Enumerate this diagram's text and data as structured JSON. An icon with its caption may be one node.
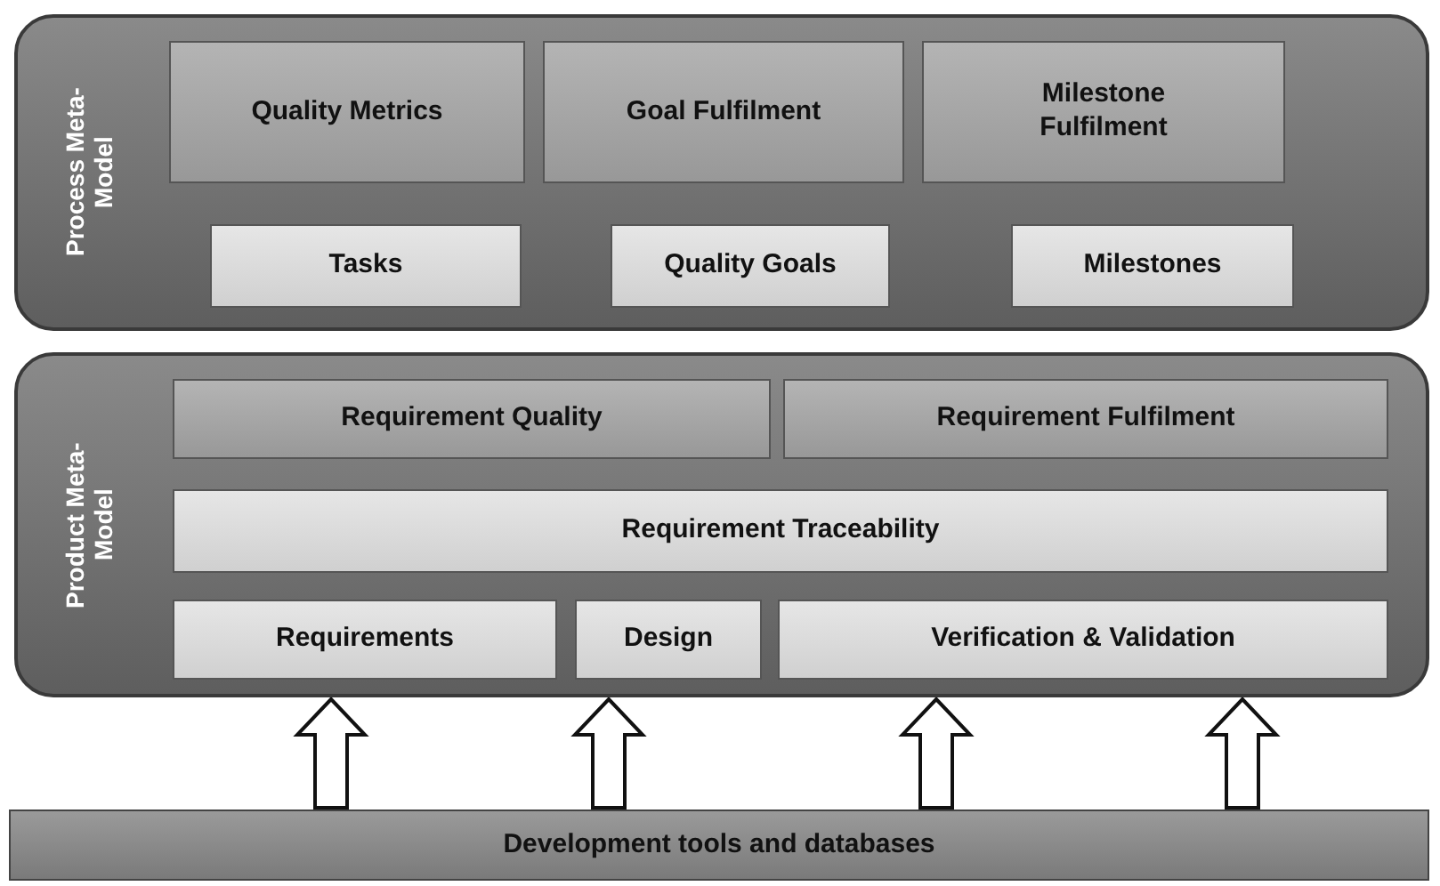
{
  "diagram": {
    "nodes": [
      {
        "text": [
          "Process Meta-Model"
        ]
      },
      {
        "text": [
          "Quality Metrics"
        ],
        "in": 0
      },
      {
        "text": [
          "Goal Fulfilment"
        ],
        "in": 0
      },
      {
        "text": [
          "Milestone Fulfilment"
        ],
        "in": 0
      },
      {
        "text": [
          "Tasks"
        ],
        "in": 0
      },
      {
        "text": [
          "Quality Goals"
        ],
        "in": 0
      },
      {
        "text": [
          "Milestones"
        ],
        "in": 0
      },
      {
        "text": [
          "Product Meta-Model"
        ]
      },
      {
        "text": [
          "Requirement Quality"
        ],
        "in": 7
      },
      {
        "text": [
          "Requirement Fulfilment"
        ],
        "in": 7
      },
      {
        "text": [
          "Requirement Traceability"
        ],
        "in": 7
      },
      {
        "text": [
          "Requirements"
        ],
        "in": 7
      },
      {
        "text": [
          "Design"
        ],
        "in": 7
      },
      {
        "text": [
          "Verification & Validation"
        ],
        "in": 7
      },
      {
        "text": [
          "Development tools and databases"
        ]
      }
    ],
    "edges": [
      {
        "from": 14,
        "to": 7,
        "arrow": "to"
      },
      {
        "from": 14,
        "to": 7,
        "arrow": "to"
      },
      {
        "from": 14,
        "to": 7,
        "arrow": "to"
      },
      {
        "from": 14,
        "to": 7,
        "arrow": "to"
      }
    ]
  }
}
